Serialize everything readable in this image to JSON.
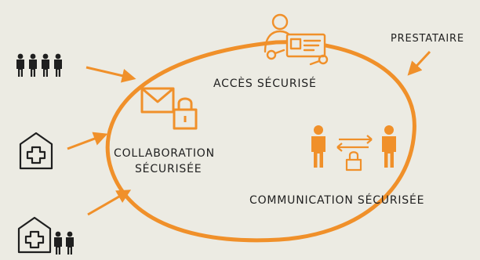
{
  "labels": {
    "prestataire": "PRESTATAIRE",
    "acces": "ACCÈS SÉCURISÉ",
    "collab_line1": "COLLABORATION",
    "collab_line2": "SÉCURISÉE",
    "communication": "COMMUNICATION SÉCURISÉE"
  },
  "colors": {
    "background": "#ecebe3",
    "accent": "#f0902a",
    "accent_light": "#f7b870",
    "ink": "#1f1f1f"
  },
  "icons": {
    "people_group": "four-people-icon",
    "hospital": "hospital-cross-icon",
    "hospital_with_people": "hospital-with-people-icon",
    "provider": "user-with-id-card-and-key-icon",
    "collaboration": "envelope-with-padlock-icon",
    "communication": "two-people-exchange-padlock-icon"
  }
}
